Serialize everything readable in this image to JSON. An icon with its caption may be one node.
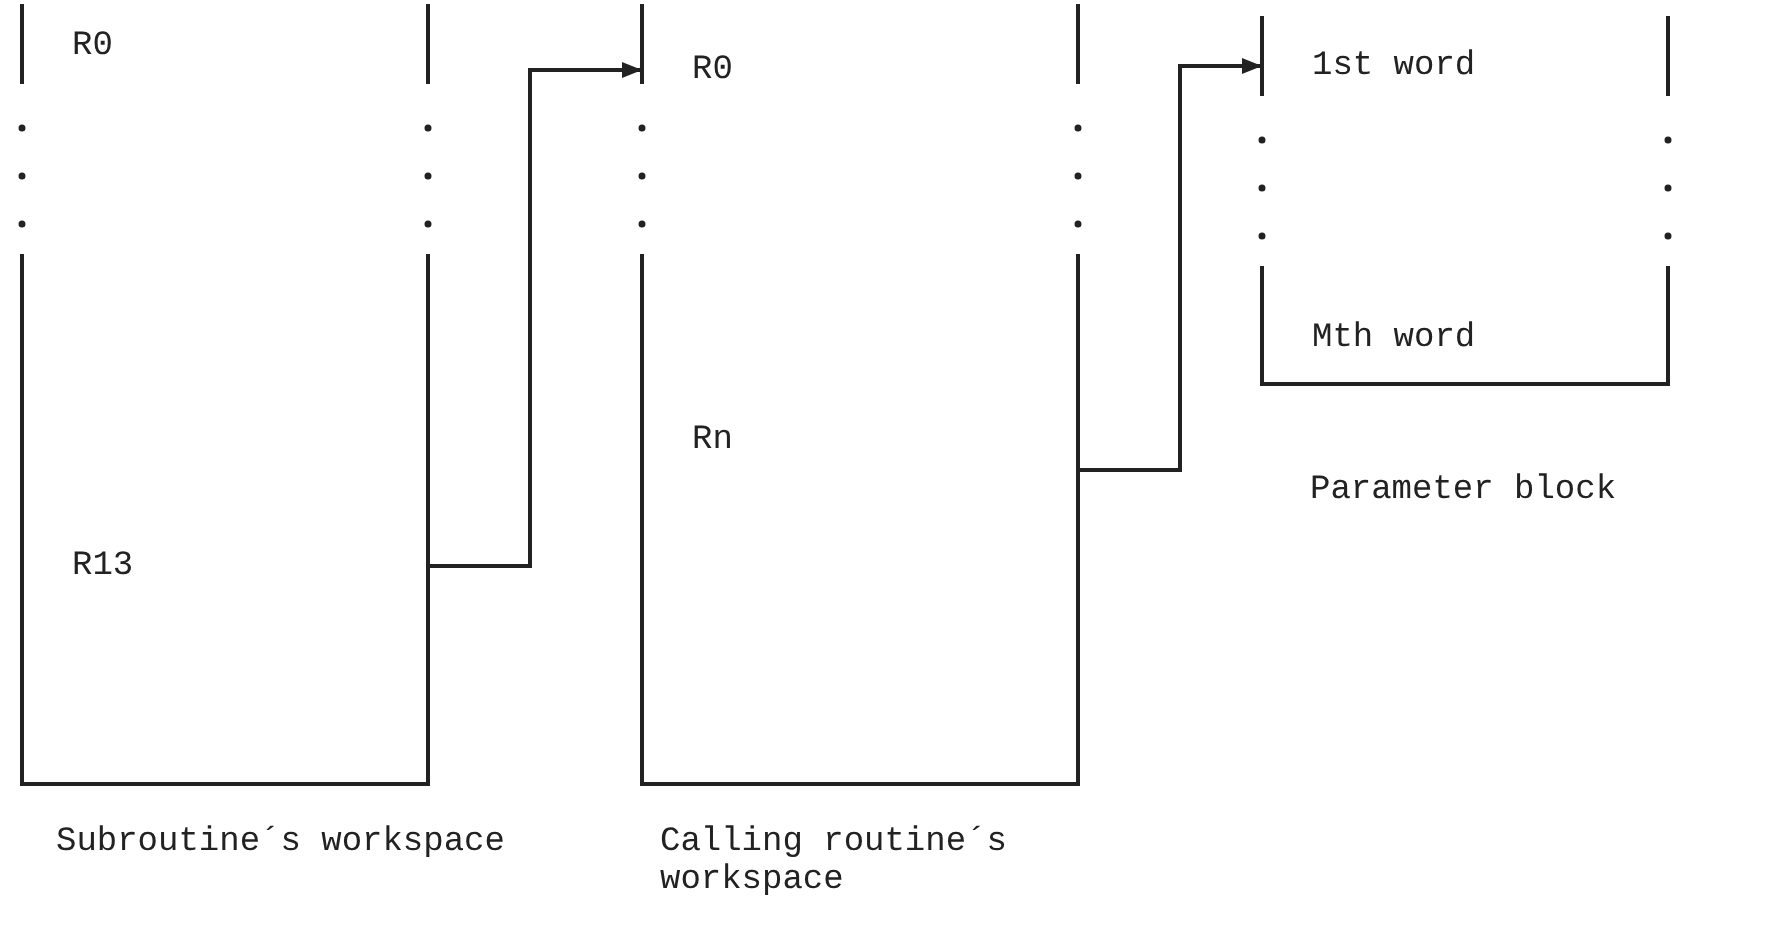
{
  "diagram": {
    "nodes": [
      {
        "text": [],
        "shape": "box",
        "beside": [
          "Subroutine´s workspace"
        ]
      },
      {
        "text": [
          "R0"
        ],
        "in": 0
      },
      {
        "text": [
          "R13"
        ],
        "in": 0
      },
      {
        "text": [],
        "shape": "box",
        "beside": [
          "Calling routine´s workspace"
        ]
      },
      {
        "text": [
          "R0"
        ],
        "in": 3
      },
      {
        "text": [
          "Rn"
        ],
        "in": 3
      },
      {
        "text": [],
        "shape": "box",
        "beside": [
          "Parameter block"
        ]
      },
      {
        "text": [
          "1st word"
        ],
        "in": 6
      },
      {
        "text": [
          "Mth word"
        ],
        "in": 6
      }
    ],
    "edges": [
      {
        "from": 0,
        "to": 4,
        "arrow": "to"
      },
      {
        "from": 3,
        "to": 7,
        "arrow": "to"
      }
    ]
  }
}
